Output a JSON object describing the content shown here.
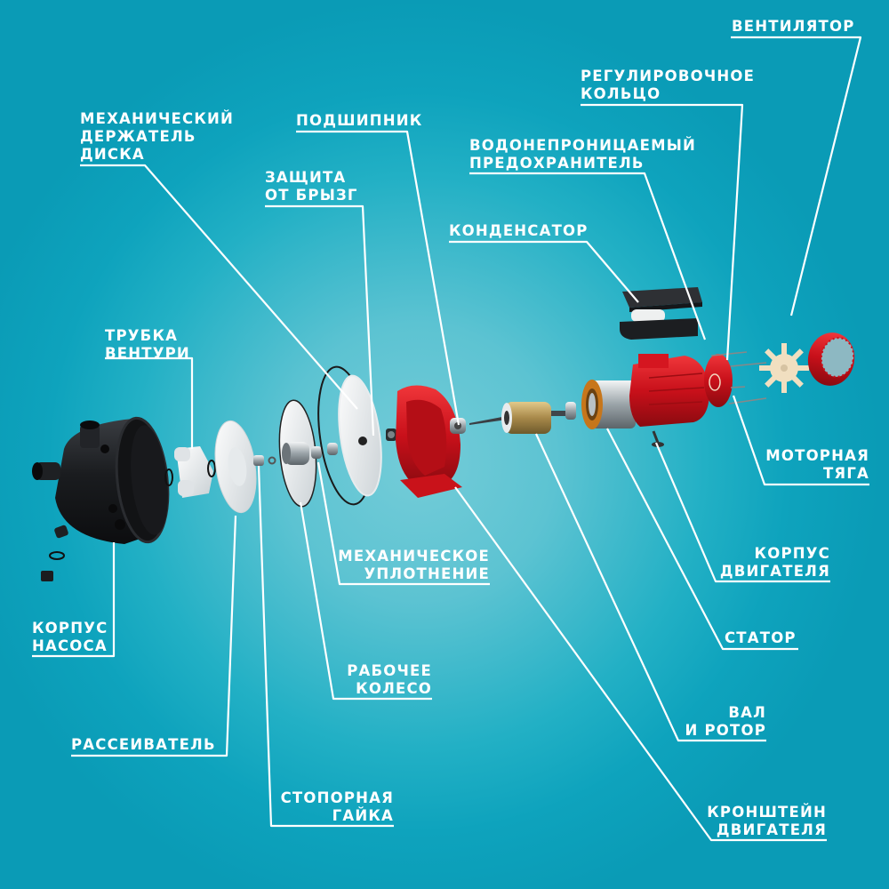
{
  "diagram": {
    "title": "Exploded view of surface pump with ejector",
    "background": {
      "center": "#74ccd8",
      "edge": "#0a9bb6"
    },
    "line_color": "#ffffff",
    "labels": {
      "ventilator": [
        "ВЕНТИЛЯТОР"
      ],
      "reg_ring": [
        "РЕГУЛИРОВОЧНОЕ",
        "КОЛЬЦО"
      ],
      "mech_holder": [
        "МЕХАНИЧЕСКИЙ",
        "ДЕРЖАТЕЛЬ",
        "ДИСКА"
      ],
      "bearing": [
        "ПОДШИПНИК"
      ],
      "waterproof_fuse": [
        "ВОДОНЕПРОНИЦАЕМЫЙ",
        "ПРЕДОХРАНИТЕЛЬ"
      ],
      "splash_guard": [
        "ЗАЩИТА",
        "ОТ БРЫЗГ"
      ],
      "capacitor": [
        "КОНДЕНСАТОР"
      ],
      "venturi": [
        "ТРУБКА",
        "ВЕНТУРИ"
      ],
      "motor_rod": [
        "МОТОРНАЯ",
        "ТЯГА"
      ],
      "mech_seal": [
        "МЕХАНИЧЕСКОЕ",
        "УПЛОТНЕНИЕ"
      ],
      "motor_housing": [
        "КОРПУС",
        "ДВИГАТЕЛЯ"
      ],
      "pump_housing": [
        "КОРПУС",
        "НАСОСА"
      ],
      "stator": [
        "СТАТОР"
      ],
      "impeller": [
        "РАБОЧЕЕ",
        "КОЛЕСО"
      ],
      "shaft_rotor": [
        "ВАЛ",
        "И РОТОР"
      ],
      "diffuser": [
        "РАССЕИВАТЕЛЬ"
      ],
      "lock_nut": [
        "СТОПОРНАЯ",
        "ГАЙКА"
      ],
      "motor_bracket": [
        "КРОНШТЕЙН",
        "ДВИГАТЕЛЯ"
      ]
    },
    "parts": {
      "pump_housing_color": "#1b1d20",
      "plastic_color": "#e9ecee",
      "red_color": "#d7141c",
      "rotor_color": "#b59a55",
      "stator_copper": "#d48a22",
      "fan_color": "#f1dfc0"
    }
  }
}
